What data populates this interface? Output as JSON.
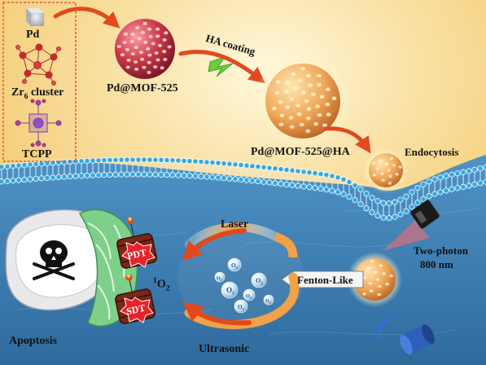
{
  "components": {
    "pd": "Pd",
    "zr6_main": "Zr",
    "zr6_sub": "6",
    "zr6_tail": " cluster",
    "tcpp": "TCPP"
  },
  "stages": {
    "pd_mof": "Pd@MOF-525",
    "ha_coating": "HA coating",
    "pd_mof_ha": "Pd@MOF-525@HA",
    "endocytosis": "Endocytosis"
  },
  "therapy": {
    "laser": "Laser",
    "ultrasonic": "Ultrasonic",
    "singlet_sup": "1",
    "singlet_main": "O",
    "singlet_sub": "2",
    "fenton": "Fenton-Like",
    "two_photon": "Two-photon",
    "wavelength": "800 nm",
    "pdt": "PDT",
    "sdt": "SDT",
    "apoptosis": "Apoptosis",
    "bubble_text": "O",
    "bubble_sub": "2"
  },
  "colors": {
    "sky_top": "#f2f2f2",
    "sky_bottom": "#f6c55e",
    "cell_interior": "#3f7eb2",
    "membrane_head": "#35a8e0",
    "arrow_red": "#e2491d",
    "nano_core": "#c83a4e",
    "nano_shell": "#f1b56a",
    "dashed_box": "#e0433a"
  }
}
